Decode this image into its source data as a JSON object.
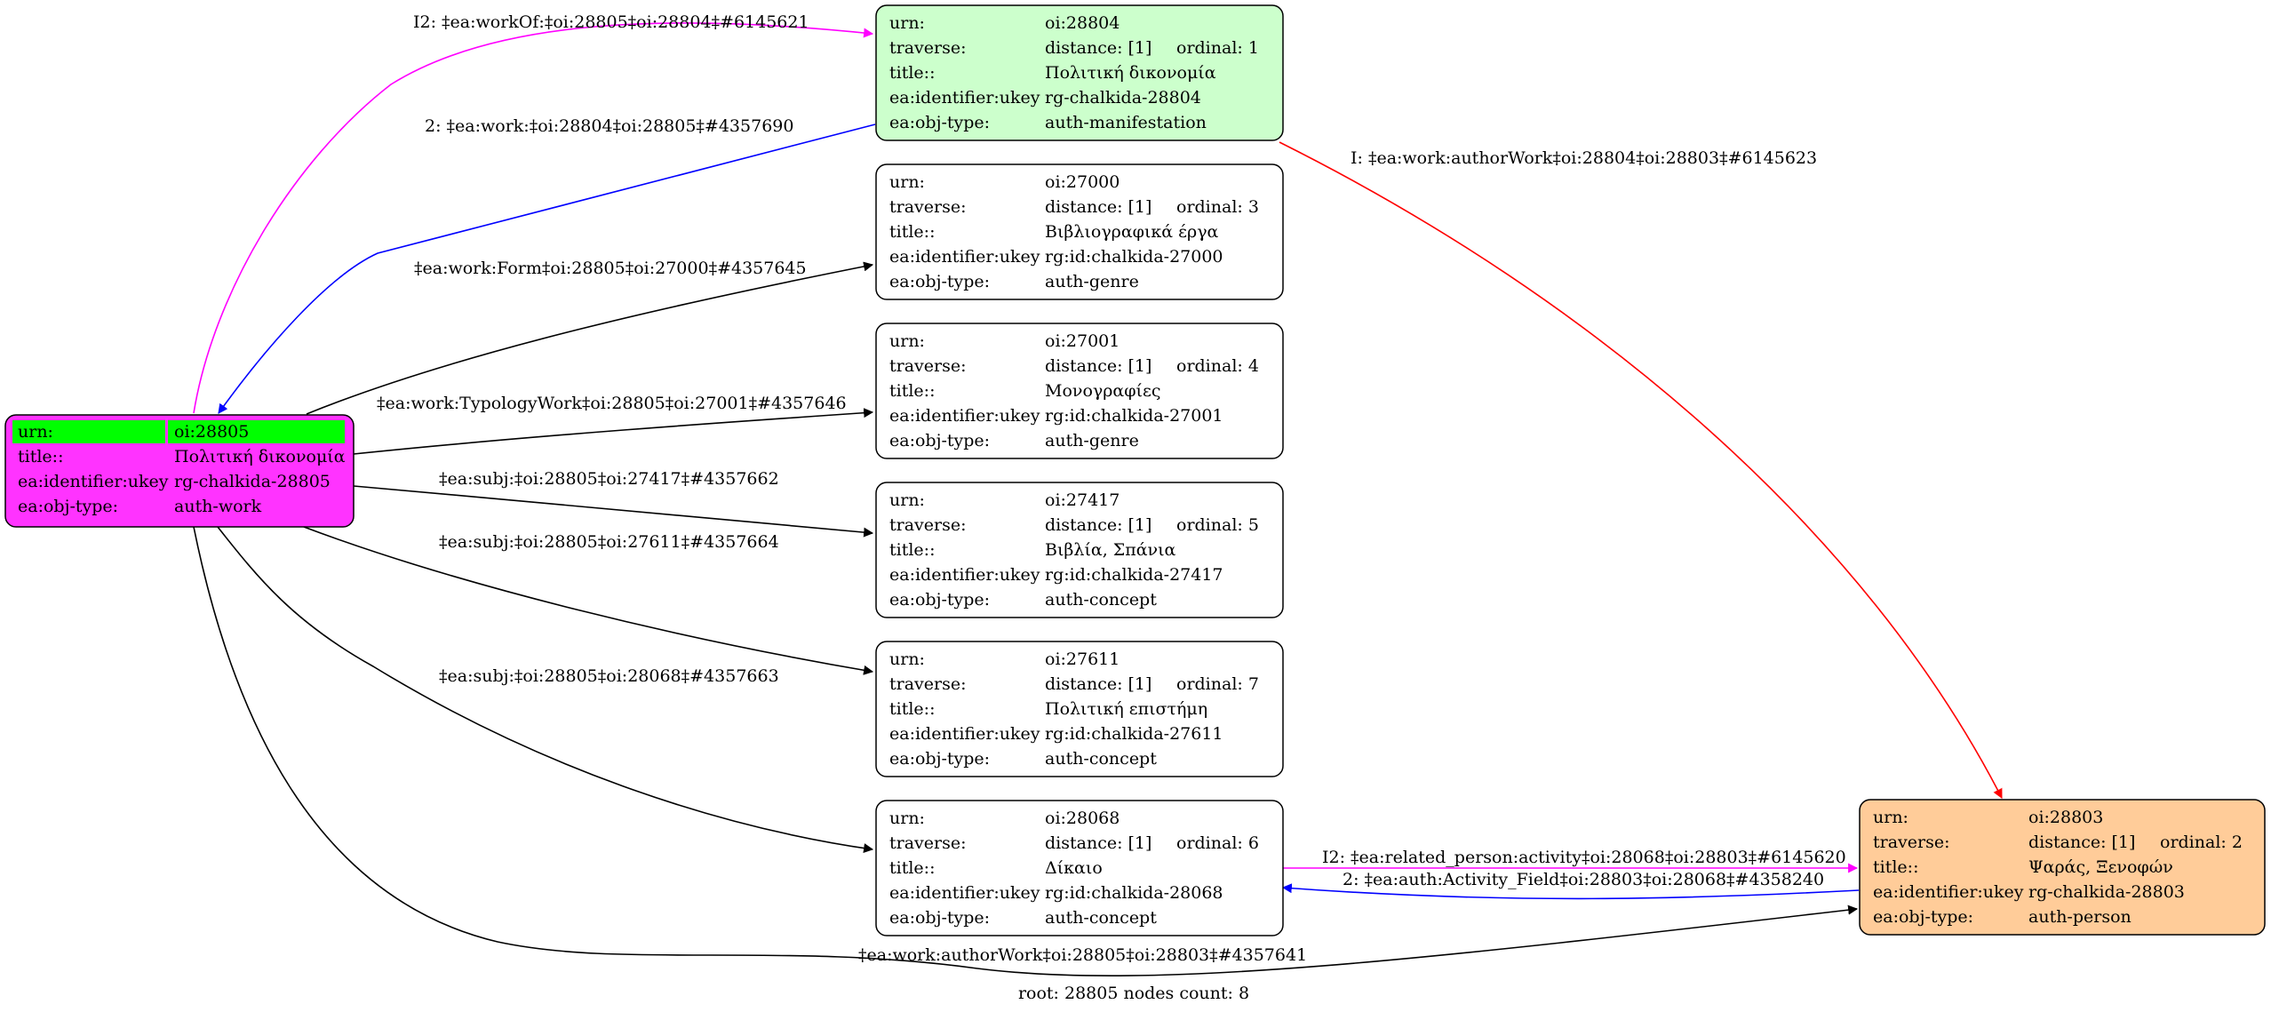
{
  "root_label": "root: 28805 nodes count: 8",
  "colors": {
    "root_fill": "#ff33ff",
    "root_highlight": "#00ff00",
    "manifestation_fill": "#ccffcc",
    "person_fill": "#ffcc99",
    "plain_fill": "#ffffff",
    "edge_black": "#000000",
    "edge_blue": "#0000ff",
    "edge_magenta": "#ff00ff",
    "edge_red": "#ff0000"
  },
  "nodes": {
    "n28805": {
      "rows": [
        {
          "key": "urn:",
          "val": "oi:28805"
        },
        {
          "key": "title::",
          "val": "Πολιτική δικονομία"
        },
        {
          "key": "ea:identifier:ukey",
          "val": "rg-chalkida-28805"
        },
        {
          "key": "ea:obj-type:",
          "val": "auth-work"
        }
      ]
    },
    "n28804": {
      "rows": [
        {
          "key": "urn:",
          "val": "oi:28804"
        },
        {
          "key": "traverse:",
          "val": "distance: [1]",
          "extra": "ordinal: 1"
        },
        {
          "key": "title::",
          "val": "Πολιτική δικονομία"
        },
        {
          "key": "ea:identifier:ukey",
          "val": "rg-chalkida-28804"
        },
        {
          "key": "ea:obj-type:",
          "val": "auth-manifestation"
        }
      ]
    },
    "n27000": {
      "rows": [
        {
          "key": "urn:",
          "val": "oi:27000"
        },
        {
          "key": "traverse:",
          "val": "distance: [1]",
          "extra": "ordinal: 3"
        },
        {
          "key": "title::",
          "val": "Βιβλιογραφικά έργα"
        },
        {
          "key": "ea:identifier:ukey",
          "val": "rg:id:chalkida-27000"
        },
        {
          "key": "ea:obj-type:",
          "val": "auth-genre"
        }
      ]
    },
    "n27001": {
      "rows": [
        {
          "key": "urn:",
          "val": "oi:27001"
        },
        {
          "key": "traverse:",
          "val": "distance: [1]",
          "extra": "ordinal: 4"
        },
        {
          "key": "title::",
          "val": "Μονογραφίες"
        },
        {
          "key": "ea:identifier:ukey",
          "val": "rg:id:chalkida-27001"
        },
        {
          "key": "ea:obj-type:",
          "val": "auth-genre"
        }
      ]
    },
    "n27417": {
      "rows": [
        {
          "key": "urn:",
          "val": "oi:27417"
        },
        {
          "key": "traverse:",
          "val": "distance: [1]",
          "extra": "ordinal: 5"
        },
        {
          "key": "title::",
          "val": "Βιβλία, Σπάνια"
        },
        {
          "key": "ea:identifier:ukey",
          "val": "rg:id:chalkida-27417"
        },
        {
          "key": "ea:obj-type:",
          "val": "auth-concept"
        }
      ]
    },
    "n27611": {
      "rows": [
        {
          "key": "urn:",
          "val": "oi:27611"
        },
        {
          "key": "traverse:",
          "val": "distance: [1]",
          "extra": "ordinal: 7"
        },
        {
          "key": "title::",
          "val": "Πολιτική επιστήμη"
        },
        {
          "key": "ea:identifier:ukey",
          "val": "rg:id:chalkida-27611"
        },
        {
          "key": "ea:obj-type:",
          "val": "auth-concept"
        }
      ]
    },
    "n28068": {
      "rows": [
        {
          "key": "urn:",
          "val": "oi:28068"
        },
        {
          "key": "traverse:",
          "val": "distance: [1]",
          "extra": "ordinal: 6"
        },
        {
          "key": "title::",
          "val": "Δίκαιο"
        },
        {
          "key": "ea:identifier:ukey",
          "val": "rg:id:chalkida-28068"
        },
        {
          "key": "ea:obj-type:",
          "val": "auth-concept"
        }
      ]
    },
    "n28803": {
      "rows": [
        {
          "key": "urn:",
          "val": "oi:28803"
        },
        {
          "key": "traverse:",
          "val": "distance: [1]",
          "extra": "ordinal: 2"
        },
        {
          "key": "title::",
          "val": "Ψαράς, Ξενοφών"
        },
        {
          "key": "ea:identifier:ukey",
          "val": "rg-chalkida-28803"
        },
        {
          "key": "ea:obj-type:",
          "val": "auth-person"
        }
      ]
    }
  },
  "edges": {
    "e_workof": "I2: ‡ea:workOf:‡oi:28805‡oi:28804‡#6145621",
    "e_work": "2: ‡ea:work:‡oi:28804‡oi:28805‡#4357690",
    "e_form": "‡ea:work:Form‡oi:28805‡oi:27000‡#4357645",
    "e_typology": "‡ea:work:TypologyWork‡oi:28805‡oi:27001‡#4357646",
    "e_subj27417": "‡ea:subj:‡oi:28805‡oi:27417‡#4357662",
    "e_subj27611": "‡ea:subj:‡oi:28805‡oi:27611‡#4357664",
    "e_subj28068": "‡ea:subj:‡oi:28805‡oi:28068‡#4357663",
    "e_authorwork_red": "I: ‡ea:work:authorWork‡oi:28804‡oi:28803‡#6145623",
    "e_related_person": "I2: ‡ea:related_person:activity‡oi:28068‡oi:28803‡#6145620",
    "e_activity_field": "2: ‡ea:auth:Activity_Field‡oi:28803‡oi:28068‡#4358240",
    "e_authorwork_black": "‡ea:work:authorWork‡oi:28805‡oi:28803‡#4357641"
  }
}
